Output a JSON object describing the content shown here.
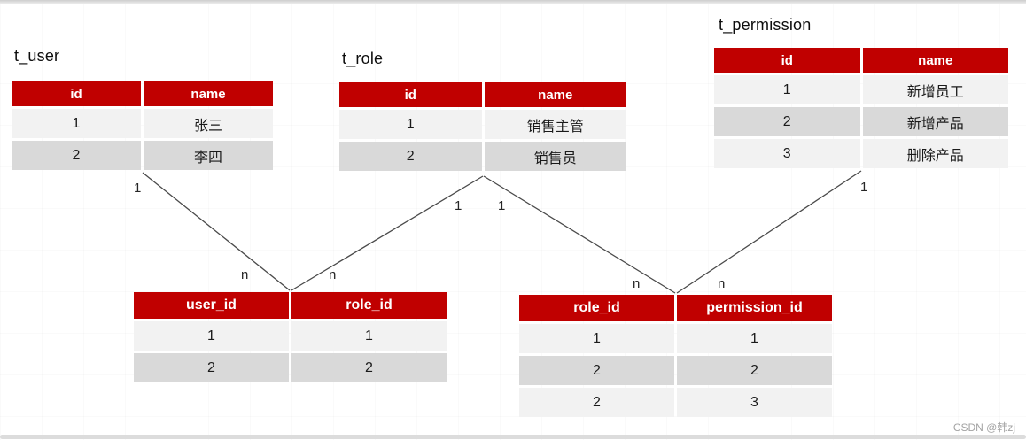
{
  "page": {
    "watermark": "CSDN @韩zj"
  },
  "colors": {
    "header_bg": "#c00000",
    "header_text": "#ffffff",
    "row_light": "#f2f2f2",
    "row_dark": "#d9d9d9",
    "relationship_line": "#4a4a4a"
  },
  "tables": {
    "t_user": {
      "title": "t_user",
      "columns": [
        "id",
        "name"
      ],
      "rows": [
        [
          "1",
          "张三"
        ],
        [
          "2",
          "李四"
        ]
      ]
    },
    "t_role": {
      "title": "t_role",
      "columns": [
        "id",
        "name"
      ],
      "rows": [
        [
          "1",
          "销售主管"
        ],
        [
          "2",
          "销售员"
        ]
      ]
    },
    "t_permission": {
      "title": "t_permission",
      "columns": [
        "id",
        "name"
      ],
      "rows": [
        [
          "1",
          "新增员工"
        ],
        [
          "2",
          "新增产品"
        ],
        [
          "3",
          "删除产品"
        ]
      ]
    },
    "t_user_role": {
      "columns": [
        "user_id",
        "role_id"
      ],
      "rows": [
        [
          "1",
          "1"
        ],
        [
          "2",
          "2"
        ]
      ]
    },
    "t_role_permission": {
      "columns": [
        "role_id",
        "permission_id"
      ],
      "rows": [
        [
          "1",
          "1"
        ],
        [
          "2",
          "2"
        ],
        [
          "2",
          "3"
        ]
      ]
    }
  },
  "relationships": [
    {
      "from": "t_user",
      "to": "t_user_role",
      "from_card": "1",
      "to_card": "n"
    },
    {
      "from": "t_role",
      "to": "t_user_role",
      "from_card": "1",
      "to_card": "n"
    },
    {
      "from": "t_role",
      "to": "t_role_permission",
      "from_card": "1",
      "to_card": "n"
    },
    {
      "from": "t_permission",
      "to": "t_role_permission",
      "from_card": "1",
      "to_card": "n"
    }
  ]
}
